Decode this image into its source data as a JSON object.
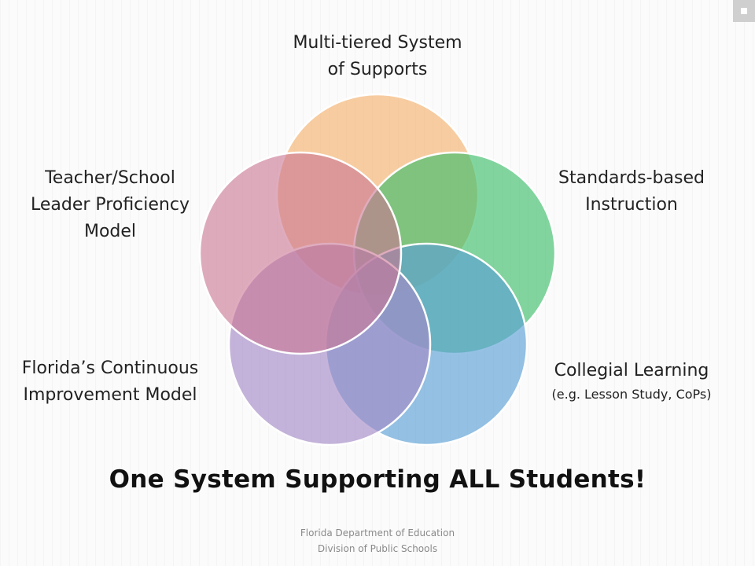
{
  "diagram": {
    "circles": [
      {
        "id": "mtss",
        "label_lines": [
          "Multi-tiered System",
          "of Supports"
        ],
        "color": "#f4b26f"
      },
      {
        "id": "standards",
        "label_lines": [
          "Standards-based",
          "Instruction"
        ],
        "color": "#3fbf6b"
      },
      {
        "id": "collegial",
        "label_lines": [
          "Collegial Learning",
          "(e.g. Lesson Study, CoPs)"
        ],
        "color": "#5a9fd6"
      },
      {
        "id": "florida",
        "label_lines": [
          "Florida’s Continuous",
          "Improvement Model"
        ],
        "color": "#a58bc6"
      },
      {
        "id": "teacher",
        "label_lines": [
          "Teacher/School",
          "Leader Proficiency",
          "Model"
        ],
        "color": "#c97592"
      }
    ]
  },
  "headline": "One System Supporting ALL Students!",
  "footer": {
    "line1": "Florida Department of Education",
    "line2": "Division of Public Schools"
  }
}
